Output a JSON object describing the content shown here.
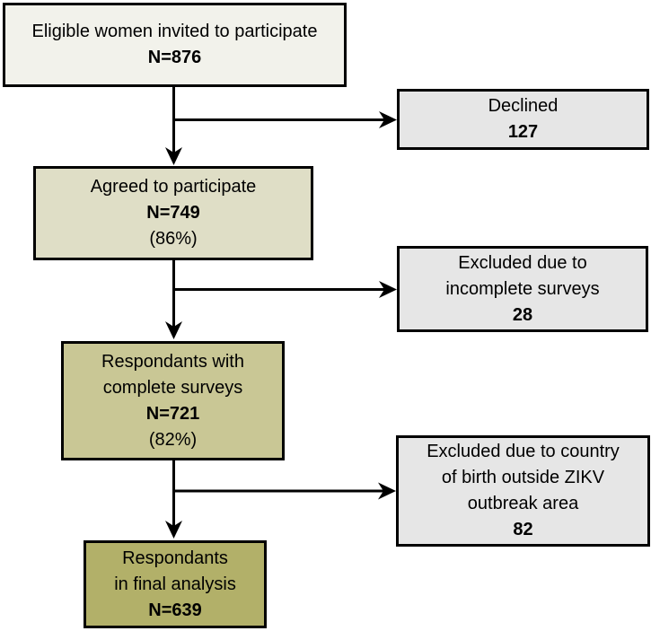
{
  "flow": {
    "eligible": {
      "label": "Eligible women invited to participate",
      "count": "N=876"
    },
    "declined": {
      "label": "Declined",
      "count": "127"
    },
    "agreed": {
      "label": "Agreed to participate",
      "count": "N=749",
      "percent": "(86%)"
    },
    "excluded_incomplete": {
      "label_line1": "Excluded due to",
      "label_line2": "incomplete surveys",
      "count": "28"
    },
    "complete": {
      "label_line1": "Respondants with",
      "label_line2": "complete surveys",
      "count": "N=721",
      "percent": "(82%)"
    },
    "excluded_zikv": {
      "label_line1": "Excluded due to country",
      "label_line2": "of birth outside ZIKV",
      "label_line3": "outbreak area",
      "count": "82"
    },
    "final": {
      "label_line1": "Respondants",
      "label_line2": "in final analysis",
      "count": "N=639"
    }
  },
  "colors": {
    "stage_1_fill": "#f2f2eb",
    "stage_2_fill": "#dfdec6",
    "stage_3_fill": "#c9c795",
    "stage_4_fill": "#b2b069",
    "exclusion_fill": "#e6e6e6",
    "border_and_lines": "#000000",
    "background": "#ffffff"
  }
}
